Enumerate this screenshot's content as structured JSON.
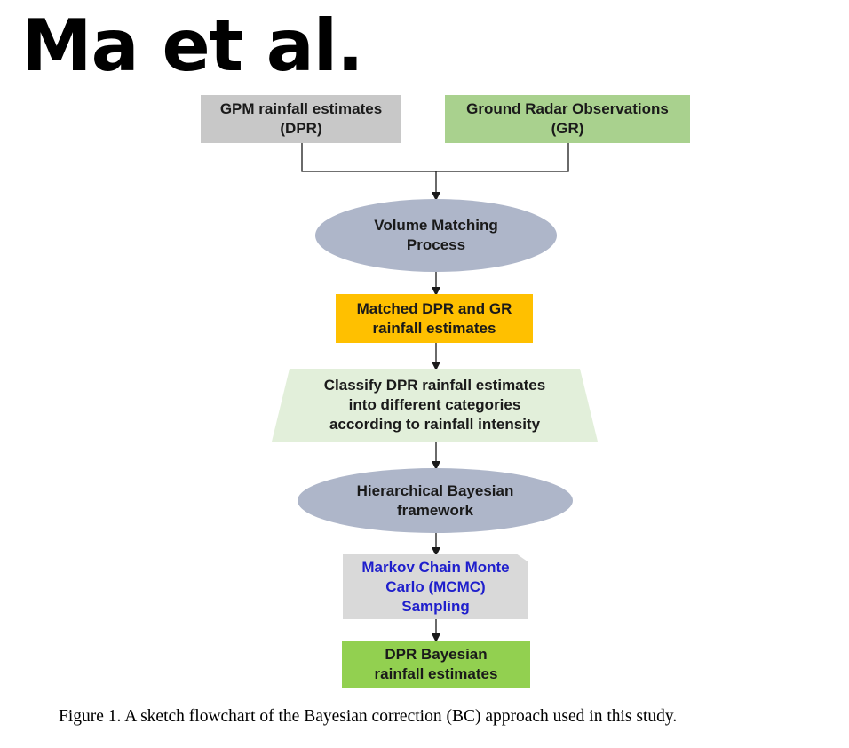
{
  "title": "Ma et al.",
  "nodes": {
    "gpm": {
      "line1": "GPM rainfall estimates",
      "line2": "(DPR)",
      "color": "#c8c8c8"
    },
    "gr": {
      "line1": "Ground Radar Observations",
      "line2": "(GR)",
      "color": "#a9d18e"
    },
    "volume_matching": {
      "line1": "Volume Matching",
      "line2": "Process",
      "color": "#aeb6c9"
    },
    "matched": {
      "line1": "Matched DPR and GR",
      "line2": "rainfall estimates",
      "color": "#ffc000"
    },
    "classify": {
      "line1": "Classify DPR rainfall estimates",
      "line2": "into different categories",
      "line3": "according to rainfall intensity",
      "color": "#e2efda"
    },
    "hierarchical": {
      "line1": "Hierarchical Bayesian",
      "line2": "framework",
      "color": "#aeb6c9"
    },
    "mcmc": {
      "line1": "Markov Chain Monte",
      "line2": "Carlo (MCMC)",
      "line3": "Sampling",
      "color": "#d9d9d9",
      "text_color": "#1f1fcc"
    },
    "final": {
      "line1": "DPR Bayesian",
      "line2": "rainfall estimates",
      "color": "#92d050"
    }
  },
  "caption": "Figure 1. A sketch flowchart of the Bayesian correction (BC) approach used in this study."
}
